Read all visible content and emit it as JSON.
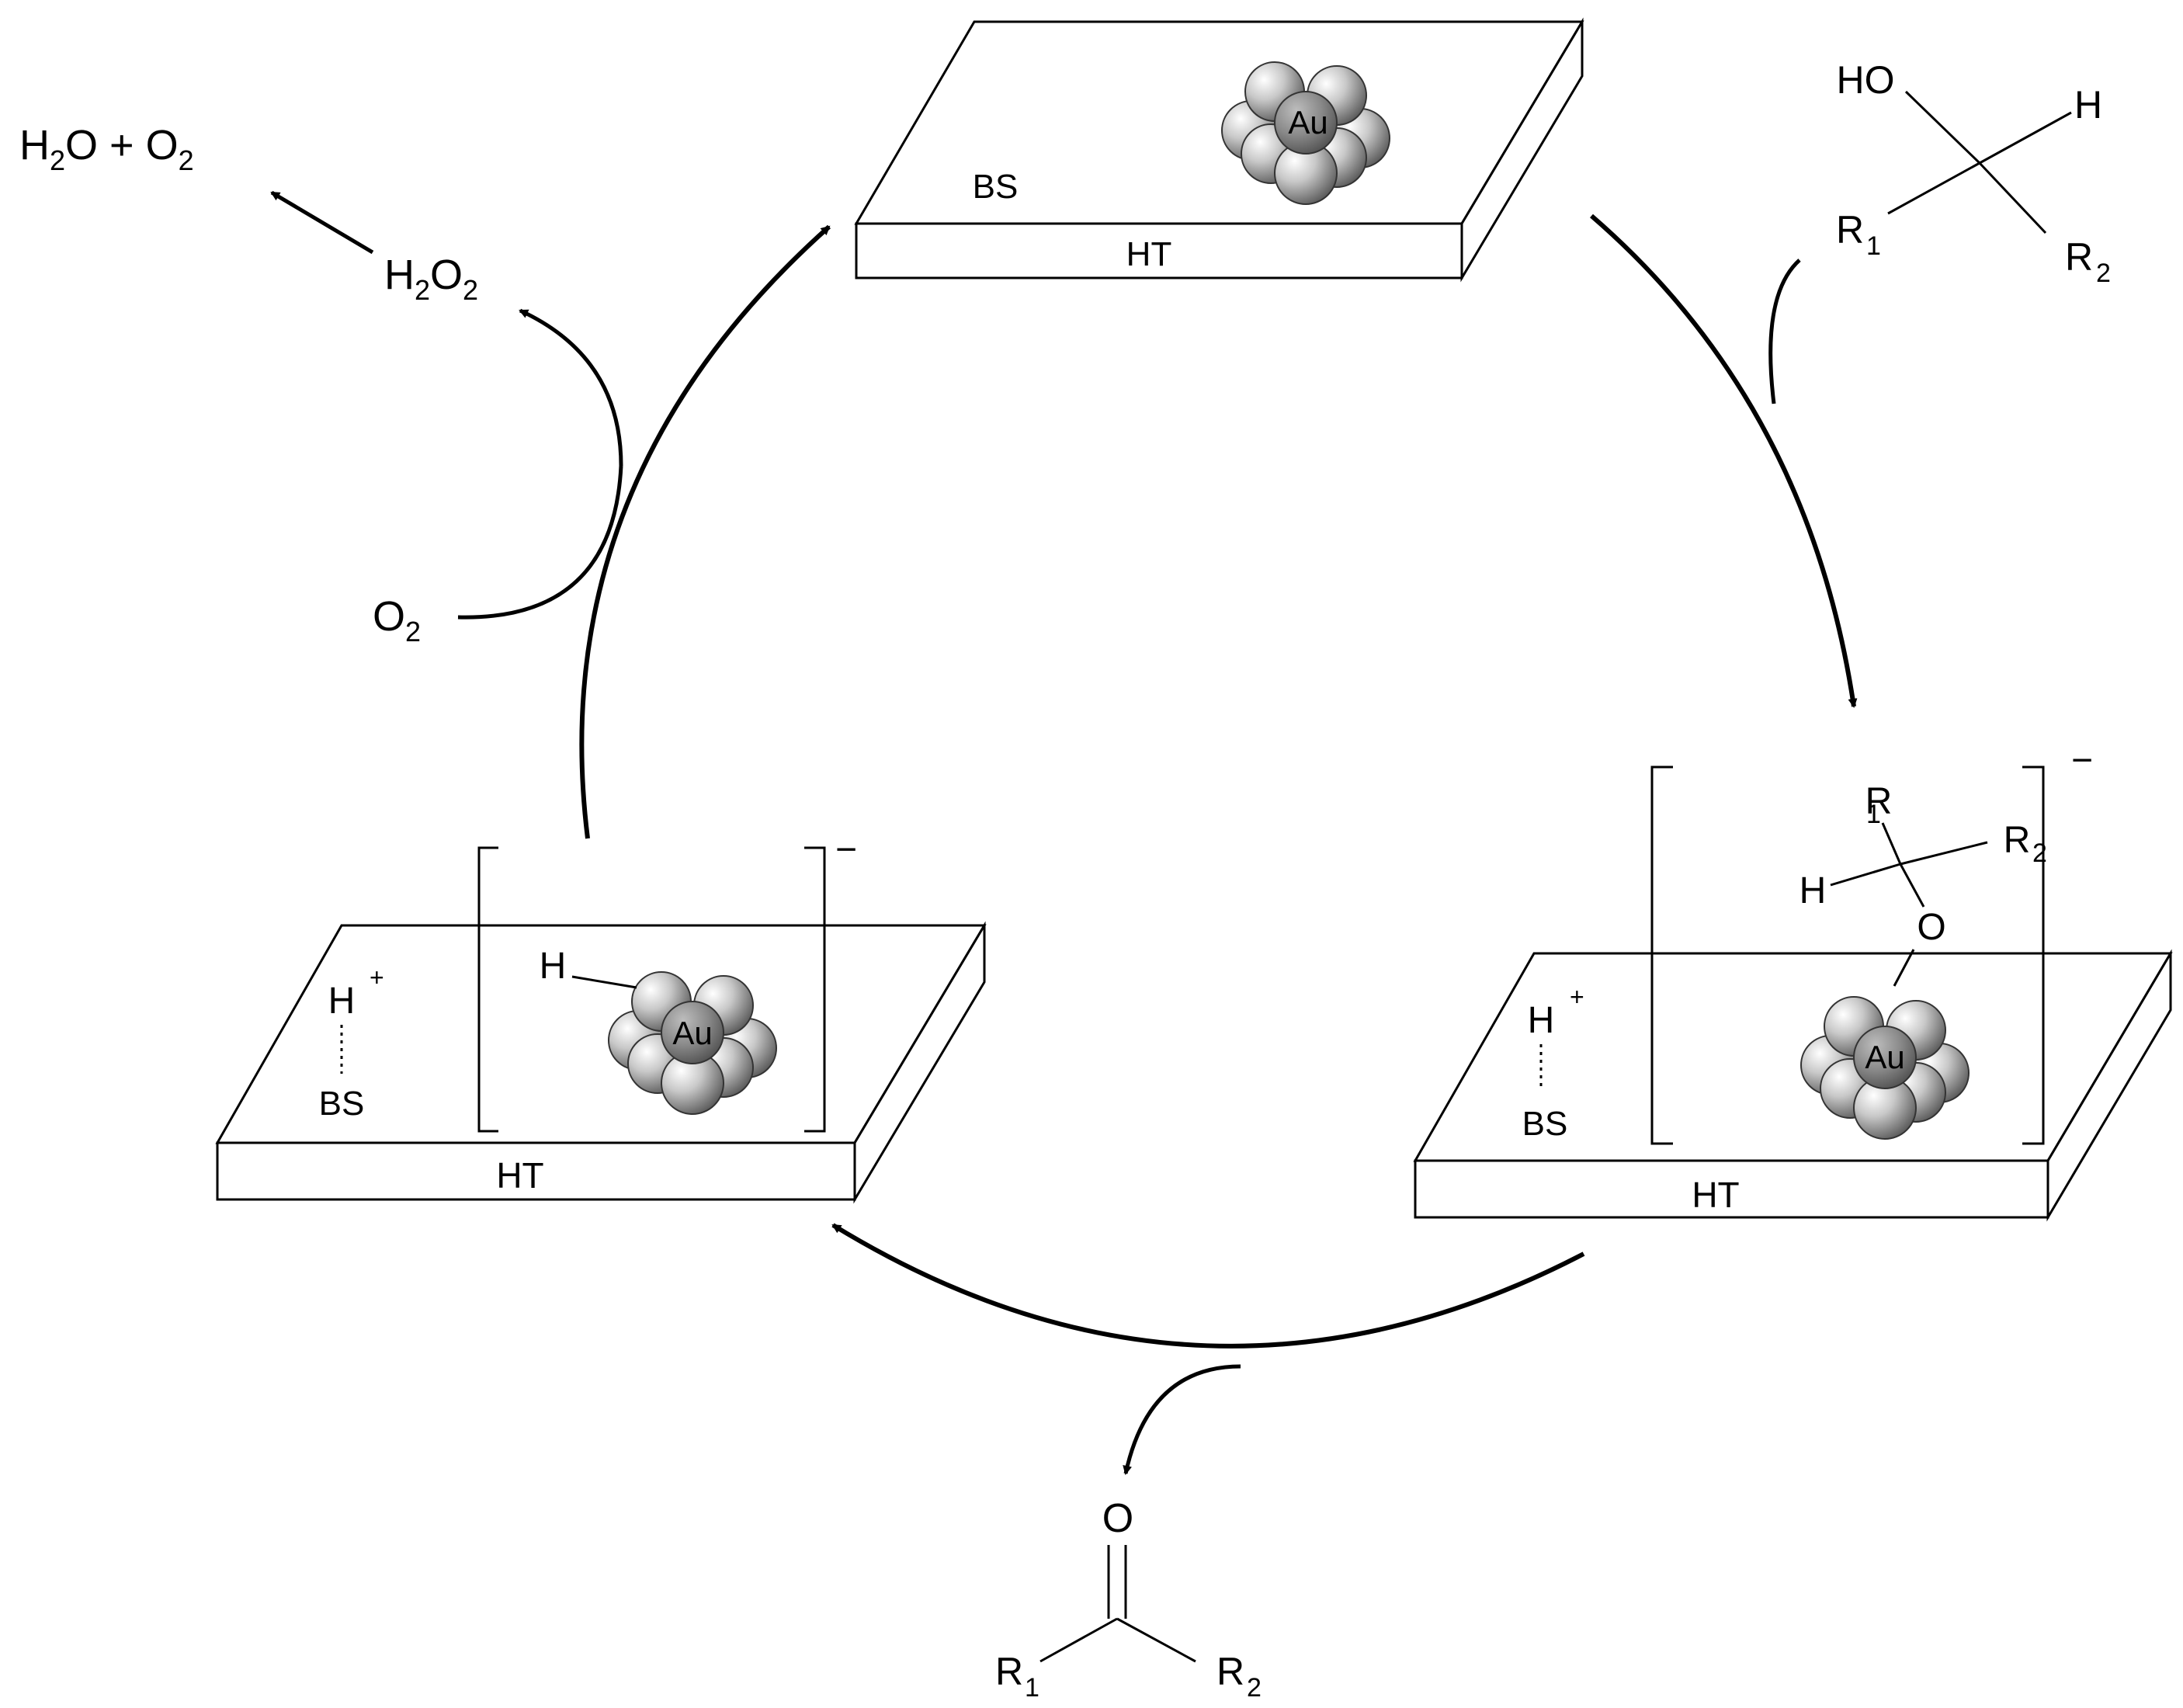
{
  "labels": {
    "h2o_plus_o2": "H2O + O2",
    "h2o2": "H2O2",
    "o2": "O2",
    "ht": "HT",
    "bs": "BS",
    "au": "Au",
    "h_plus": "H+",
    "h": "H",
    "ho": "HO",
    "o": "O",
    "r1": "R1",
    "r2": "R2",
    "minus": "−"
  },
  "colors": {
    "ink": "#000000",
    "sphere_light": "#ffffff",
    "sphere_dark": "#6b6b6b"
  },
  "catalytic_cycle": {
    "stages": [
      {
        "id": "au-nanoparticle-on-ht",
        "labels": [
          "Au",
          "BS",
          "HT"
        ]
      },
      {
        "id": "au-alkoxide-intermediate",
        "labels": [
          "Au",
          "H+",
          "BS",
          "HT",
          "R1",
          "R2",
          "H",
          "O",
          "−"
        ]
      },
      {
        "id": "au-hydride-intermediate",
        "labels": [
          "Au",
          "H+",
          "BS",
          "HT",
          "H",
          "−"
        ]
      }
    ],
    "substrate": "secondary alcohol (HO, H, R1, R2)",
    "product": "ketone (O, R1, R2)"
  }
}
